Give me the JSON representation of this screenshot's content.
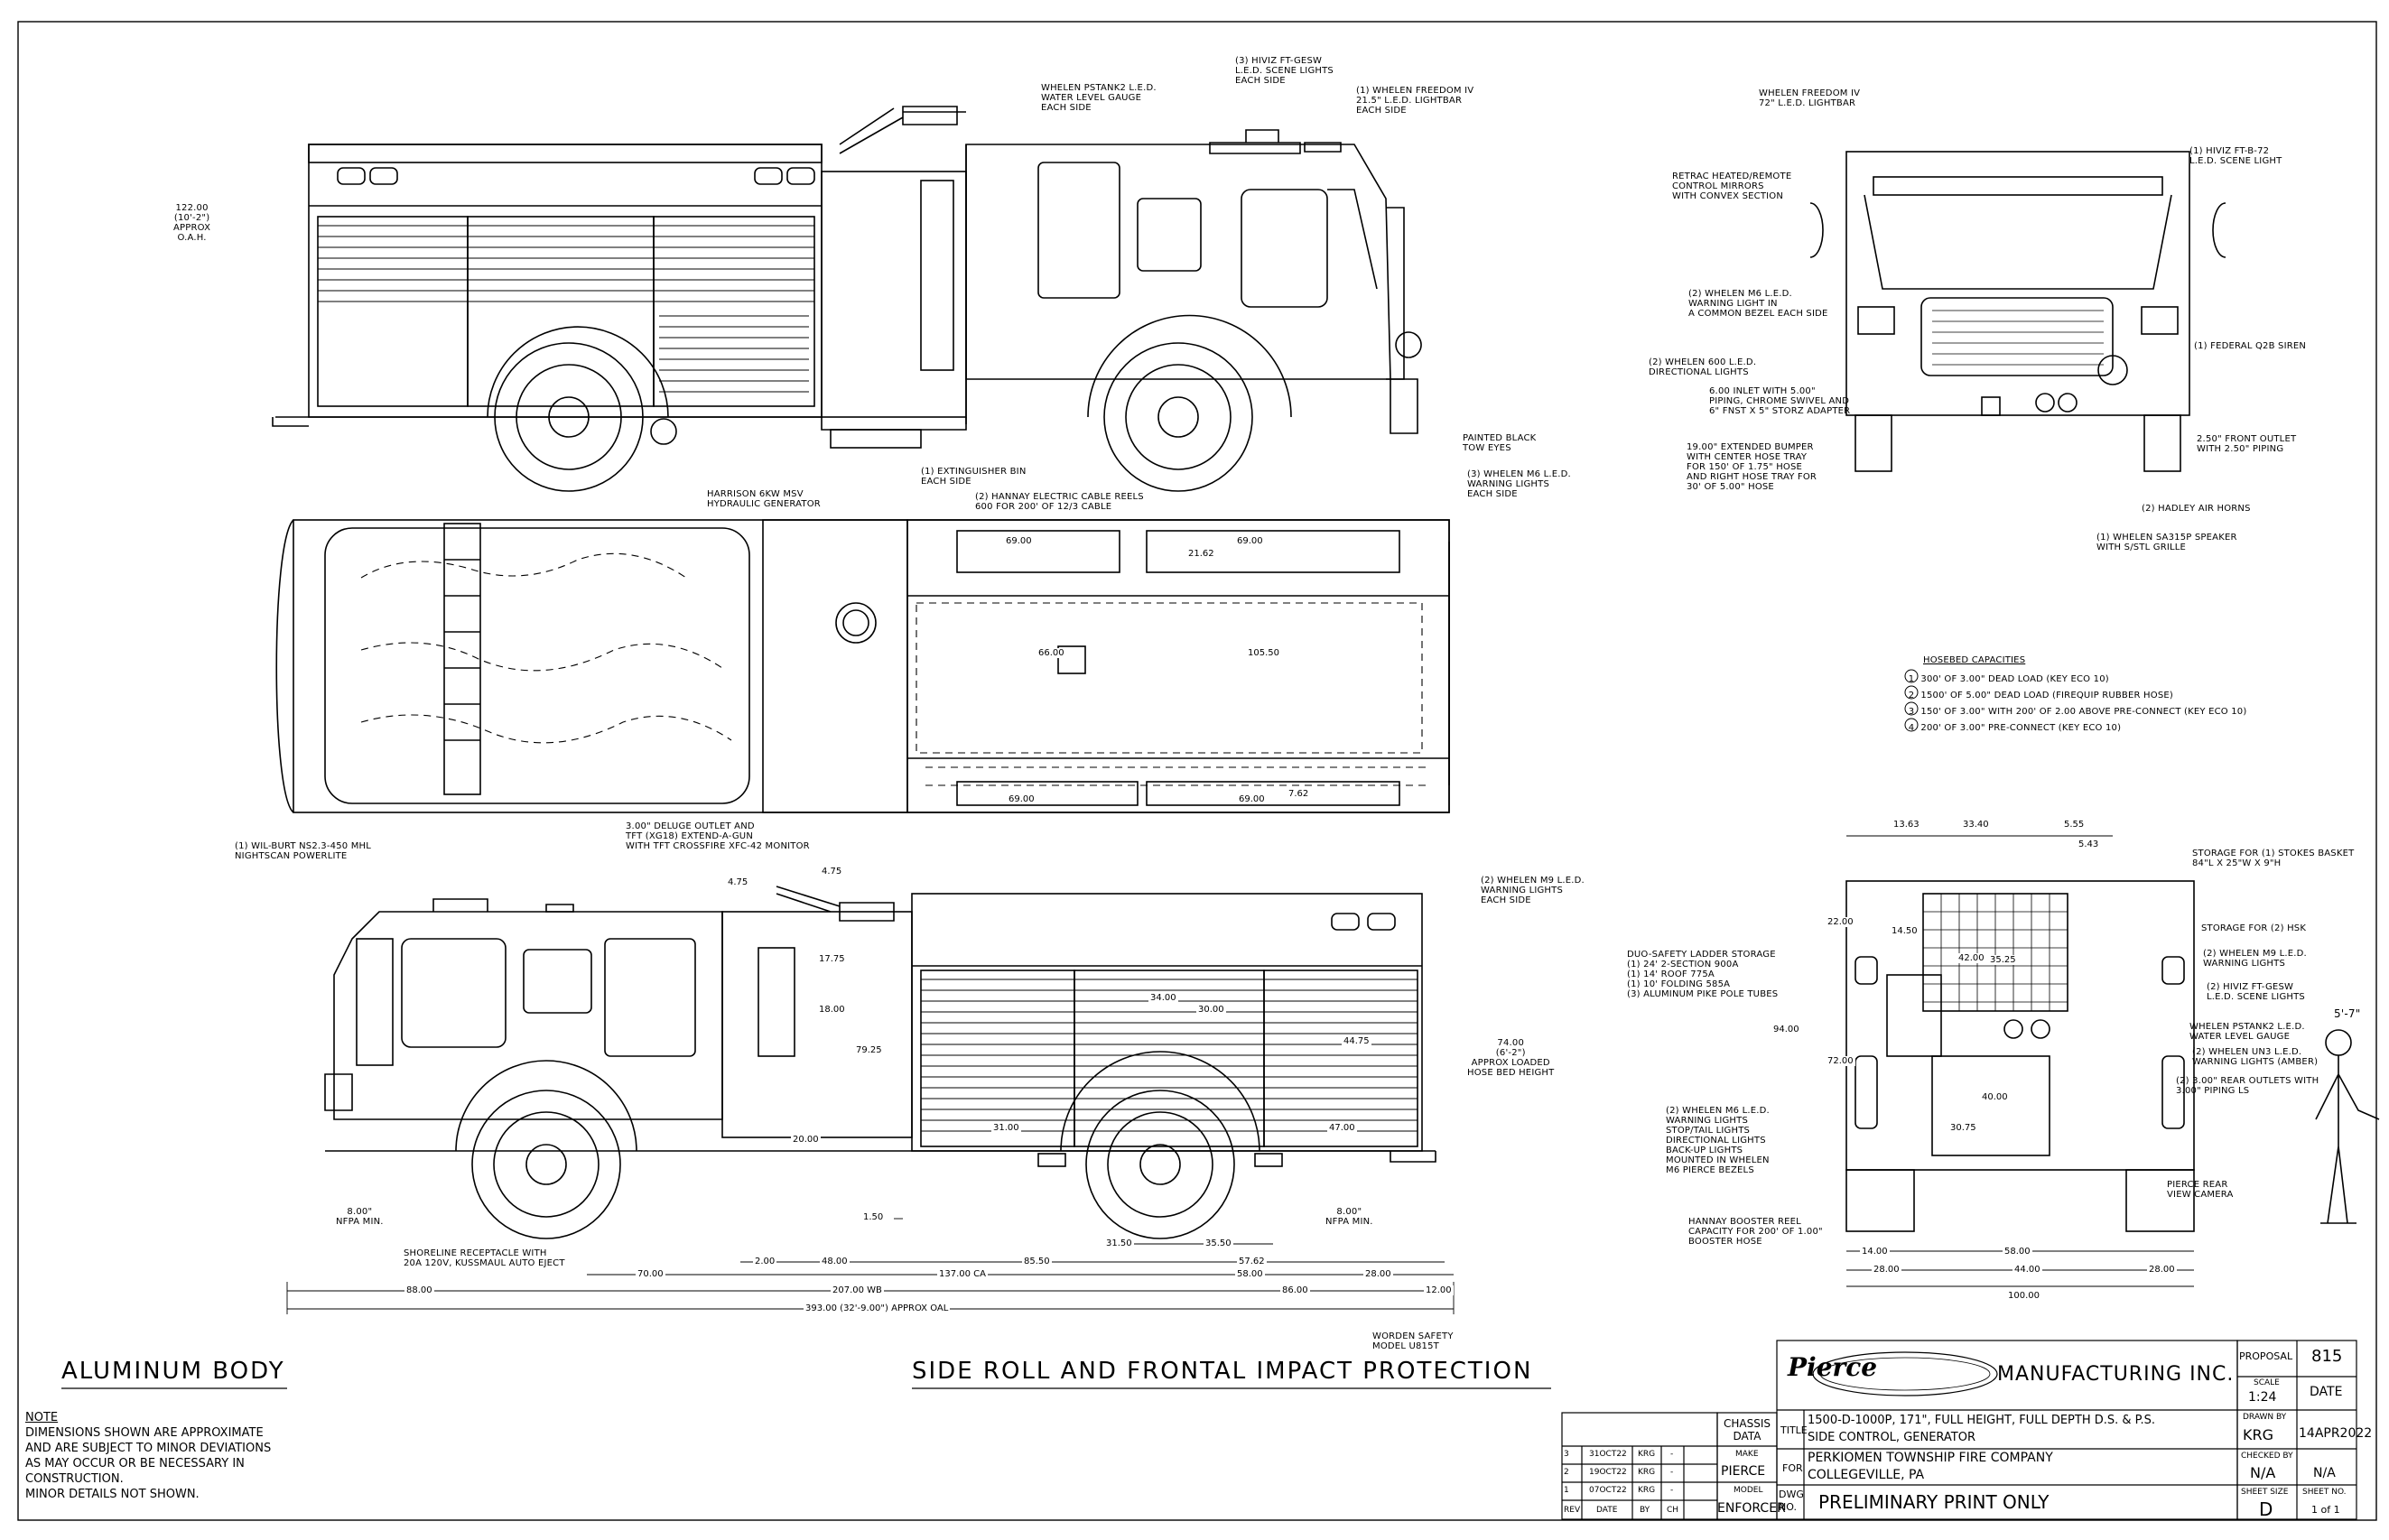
{
  "headings": {
    "aluminum_body": "ALUMINUM BODY",
    "side_roll": "SIDE ROLL AND FRONTAL IMPACT PROTECTION"
  },
  "callouts": {
    "pstank_top": [
      "WHELEN PSTANK2 L.E.D.",
      "WATER LEVEL GAUGE",
      "EACH SIDE"
    ],
    "hiviz_scene": [
      "(3) HIVIZ FT-GESW",
      "L.E.D. SCENE LIGHTS",
      "EACH SIDE"
    ],
    "freedom_215": [
      "(1) WHELEN FREEDOM IV",
      "21.5\" L.E.D. LIGHTBAR",
      "EACH SIDE"
    ],
    "oah": [
      "122.00",
      "(10'-2\")",
      "APPROX",
      "O.A.H."
    ],
    "extinguisher": [
      "(1) EXTINGUISHER BIN",
      "EACH SIDE"
    ],
    "tow_eyes": [
      "PAINTED BLACK",
      "TOW EYES"
    ],
    "m6_front": [
      "(3) WHELEN M6 L.E.D.",
      "WARNING LIGHTS",
      "EACH SIDE"
    ],
    "harrison": [
      "HARRISON 6kW MSV",
      "HYDRAULIC GENERATOR"
    ],
    "hannay_cable": [
      "(2) HANNAY ELECTRIC CABLE REELS",
      "600 FOR 200' OF 12/3 CABLE"
    ],
    "nightscan": [
      "(1) WIL-BURT NS2.3-450 MHL",
      "NIGHTSCAN POWERLITE"
    ],
    "deluge": [
      "3.00\" DELUGE OUTLET AND",
      "TFT (XG18) EXTEND-A-GUN",
      "WITH TFT CROSSFIRE XFC-42 MONITOR"
    ],
    "m9_side": [
      "(2) WHELEN M9 L.E.D.",
      "WARNING LIGHTS",
      "EACH SIDE"
    ],
    "hose_bed": [
      "74.00",
      "(6'-2\")",
      "APPROX LOADED",
      "HOSE BED HEIGHT"
    ],
    "nfpa_left": [
      "8.00\"",
      "NFPA MIN."
    ],
    "nfpa_right": [
      "8.00\"",
      "NFPA MIN."
    ],
    "shoreline": [
      "SHORELINE RECEPTACLE WITH",
      "20A 120V, KUSSMAUL AUTO EJECT"
    ],
    "worden": [
      "WORDEN SAFETY",
      "MODEL U815T"
    ],
    "freedom_72": [
      "WHELEN FREEDOM IV",
      "72\" L.E.D. LIGHTBAR"
    ],
    "hiviz_ft872": [
      "(1) HIVIZ FT-B-72",
      "L.E.D. SCENE LIGHT"
    ],
    "mirrors": [
      "RETRAC HEATED/REMOTE",
      "CONTROL MIRRORS",
      "WITH CONVEX SECTION"
    ],
    "m6_common": [
      "(2) WHELEN M6 L.E.D.",
      "WARNING LIGHT IN",
      "A COMMON BEZEL EACH SIDE"
    ],
    "m600": [
      "(2) WHELEN 600 L.E.D.",
      "DIRECTIONAL LIGHTS"
    ],
    "inlet": [
      "6.00 INLET WITH 5.00\"",
      "PIPING, CHROME SWIVEL AND",
      "6\" FNST X 5\" STORZ ADAPTER"
    ],
    "bumper": [
      "19.00\" EXTENDED BUMPER",
      "WITH CENTER HOSE TRAY",
      "FOR 150' OF 1.75\" HOSE",
      "AND RIGHT HOSE TRAY FOR",
      "30' OF 5.00\" HOSE"
    ],
    "q2b": [
      "(1) FEDERAL Q2B SIREN"
    ],
    "front_outlet": [
      "2.50\" FRONT OUTLET",
      "WITH 2.50\" PIPING"
    ],
    "air_horns": [
      "(2) HADLEY AIR HORNS"
    ],
    "speaker": [
      "(1) WHELEN SA315P SPEAKER",
      "WITH S/STL GRILLE"
    ],
    "stokes": [
      "STORAGE FOR (1) STOKES BASKET",
      "84\"L x 25\"W x 9\"H"
    ],
    "hsk": [
      "STORAGE FOR (2) HSK"
    ],
    "m9_rear": [
      "(2) WHELEN M9 L.E.D.",
      "WARNING LIGHTS"
    ],
    "hiviz_rear": [
      "(2) HIVIZ FT-GESW",
      "L.E.D. SCENE LIGHTS"
    ],
    "pstank_rear": [
      "WHELEN PSTANK2 L.E.D.",
      "WATER LEVEL GAUGE"
    ],
    "un3": [
      "(2) WHELEN UN3 L.E.D.",
      "WARNING LIGHTS (AMBER)"
    ],
    "rear_outlets": [
      "(2) 3.00\" REAR OUTLETS WITH",
      "3.00\" PIPING LS"
    ],
    "ladder": [
      "DUO-SAFETY LADDER STORAGE",
      "(1) 24' 2-SECTION 900A",
      "(1) 14' ROOF 775A",
      "(1) 10' FOLDING 585A",
      "(3) ALUMINUM PIKE POLE TUBES"
    ],
    "m6_rear": [
      "(2) WHELEN M6 L.E.D.",
      "WARNING LIGHTS",
      "STOP/TAIL LIGHTS",
      "DIRECTIONAL LIGHTS",
      "BACK-UP LIGHTS",
      "MOUNTED IN WHELEN",
      "M6 PIERCE BEZELS"
    ],
    "camera": [
      "PIERCE REAR",
      "VIEW CAMERA"
    ],
    "booster": [
      "HANNAY BOOSTER REEL",
      "CAPACITY FOR 200' OF 1.00\"",
      "BOOSTER HOSE"
    ],
    "person": [
      "5'-7\""
    ]
  },
  "hosebed": {
    "title": "HOSEBED CAPACITIES",
    "items": [
      {
        "num": "1",
        "text": "300' OF 3.00\" DEAD LOAD (KEY ECO 10)"
      },
      {
        "num": "2",
        "text": "1500' OF 5.00\" DEAD LOAD (FIREQUIP RUBBER HOSE)"
      },
      {
        "num": "3",
        "text": "150' OF 3.00\" WITH 200' OF 2.00 ABOVE PRE-CONNECT (KEY ECO 10)"
      },
      {
        "num": "4",
        "text": "200' OF 3.00\" PRE-CONNECT (KEY ECO 10)"
      }
    ]
  },
  "dims": {
    "top_69a": "69.00",
    "top_69b": "69.00",
    "top_2162": "21.62",
    "top_66": "66.00",
    "top_10550": "105.50",
    "top_69c": "69.00",
    "top_69d": "69.00",
    "top_762": "7.62",
    "s_475a": "4.75",
    "s_475b": "4.75",
    "s_1775": "17.75",
    "s_18": "18.00",
    "s_7925": "79.25",
    "s_20": "20.00",
    "s_3400": "34.00",
    "s_3700": "30.00",
    "s_4475": "44.75",
    "s_3100": "31.00",
    "s_4700": "47.00",
    "s_150": "1.50",
    "s_3150": "31.50",
    "s_3550": "35.50",
    "s_200": "2.00",
    "s_4800": "48.00",
    "s_8550": "85.50",
    "s_5762": "57.62",
    "s_7000": "70.00",
    "s_137": "137.00 CA",
    "s_5800": "58.00",
    "s_2800": "28.00",
    "s_8800": "88.00",
    "s_207": "207.00 WB",
    "s_8600": "86.00",
    "s_1200": "12.00",
    "s_oal": "393.00 (32'-9.00\") APPROX OAL",
    "r_1363": "13.63",
    "r_3340": "33.40",
    "r_555": "5.55",
    "r_543": "5.43",
    "r_2200": "22.00",
    "r_9400": "94.00",
    "r_7200": "72.00",
    "r_4200": "42.00",
    "r_3525": "35.25",
    "r_4000": "40.00",
    "r_3075": "30.75",
    "r_1450": "14.50",
    "r_1400": "14.00",
    "r_5800": "58.00",
    "r_2800a": "28.00",
    "r_4400": "44.00",
    "r_2800b": "28.00",
    "r_10000": "100.00"
  },
  "notes": {
    "heading": "NOTE",
    "lines": [
      "DIMENSIONS SHOWN ARE APPROXIMATE",
      "AND ARE SUBJECT TO MINOR DEVIATIONS",
      "AS MAY OCCUR OR BE NECESSARY IN",
      "CONSTRUCTION.",
      "MINOR DETAILS NOT SHOWN."
    ]
  },
  "revisions": {
    "rows": [
      {
        "num": "3",
        "date": "31OCT22",
        "by": "KRG",
        "ch": "-"
      },
      {
        "num": "2",
        "date": "19OCT22",
        "by": "KRG",
        "ch": "-"
      },
      {
        "num": "1",
        "date": "07OCT22",
        "by": "KRG",
        "ch": "-"
      }
    ],
    "headers": {
      "rev": "REV",
      "date": "DATE",
      "by": "BY",
      "ch": "CH"
    }
  },
  "titleblock": {
    "logo": "Pierce",
    "company": "MANUFACTURING INC.",
    "chassis_data": "CHASSIS DATA",
    "make_label": "MAKE",
    "make": "PIERCE",
    "model_label": "MODEL",
    "model": "ENFORCER",
    "title_label": "TITLE",
    "title_line1": "1500-D-1000P, 171\", FULL HEIGHT, FULL DEPTH D.S. & P.S.",
    "title_line2": "SIDE CONTROL, GENERATOR",
    "for_label": "FOR",
    "for_line1": "PERKIOMEN TOWNSHIP FIRE COMPANY",
    "for_line2": "COLLEGEVILLE, PA",
    "dwg_label": "DWG NO.",
    "dwg": "PRELIMINARY PRINT ONLY",
    "proposal_label": "PROPOSAL",
    "proposal": "815",
    "scale_label": "SCALE",
    "scale": "1:24",
    "date_label": "DATE",
    "drawn_label": "DRAWN BY",
    "drawn": "KRG",
    "drawn_date": "14APR2022",
    "checked_label": "CHECKED BY",
    "checked": "N/A",
    "checked_date": "N/A",
    "size_label": "SHEET SIZE",
    "size": "D",
    "sheet_label": "SHEET NO.",
    "sheet": "1 of 1"
  }
}
